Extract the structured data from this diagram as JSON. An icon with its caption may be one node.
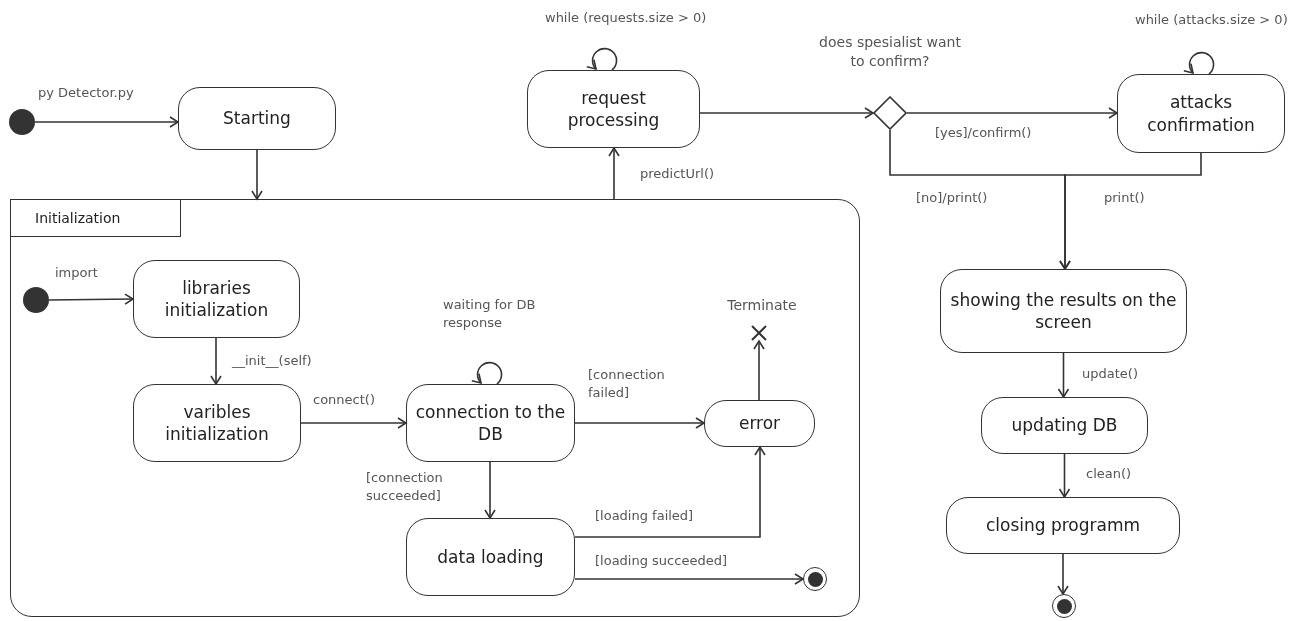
{
  "diagram": {
    "nodes": [
      {
        "text": [],
        "shape": "circle"
      },
      {
        "text": [
          "Starting"
        ]
      },
      {
        "text": [
          "request processing"
        ]
      },
      {
        "text": [],
        "shape": "diamond",
        "beside": [
          "does spesialist want to confirm?"
        ]
      },
      {
        "text": [
          "attacks confirmation"
        ]
      },
      {
        "text": [
          "Initialization"
        ]
      },
      {
        "text": [],
        "shape": "circle",
        "in": 5
      },
      {
        "text": [
          "libraries initialization"
        ],
        "in": 5
      },
      {
        "text": [
          "varibles initialization"
        ],
        "in": 5
      },
      {
        "text": [
          "connection to the DB"
        ],
        "in": 5
      },
      {
        "text": [
          "error"
        ],
        "in": 5
      },
      {
        "text": [],
        "shape": "cross",
        "in": 5,
        "beside": [
          "Terminate"
        ]
      },
      {
        "text": [
          "data loading"
        ],
        "in": 5
      },
      {
        "text": [],
        "shape": "circle",
        "in": 5
      },
      {
        "text": [
          "showing the results on the screen"
        ]
      },
      {
        "text": [
          "updating DB"
        ]
      },
      {
        "text": [
          "closing programm"
        ]
      },
      {
        "text": [],
        "shape": "circle"
      }
    ],
    "edges": [
      {
        "from": 0,
        "to": 1,
        "arrow": "to",
        "label": "py Detector.py"
      },
      {
        "from": 1,
        "to": 5,
        "arrow": "to"
      },
      {
        "from": 5,
        "to": 2,
        "arrow": "to",
        "label": "predictUrl()"
      },
      {
        "from": 2,
        "to": 2,
        "arrow": "to",
        "label": "while (requests.size > 0)"
      },
      {
        "from": 2,
        "to": 3,
        "arrow": "to"
      },
      {
        "from": 3,
        "to": 4,
        "arrow": "to",
        "label": "[yes]/confirm()"
      },
      {
        "from": 4,
        "to": 4,
        "arrow": "to",
        "label": "while (attacks.size > 0)"
      },
      {
        "from": 3,
        "to": 14,
        "arrow": "to",
        "label": "[no]/print()"
      },
      {
        "from": 4,
        "to": 14,
        "arrow": "to",
        "label": "print()"
      },
      {
        "from": 6,
        "to": 7,
        "arrow": "to",
        "label": "import"
      },
      {
        "from": 7,
        "to": 8,
        "arrow": "to",
        "label": "__init__(self)"
      },
      {
        "from": 8,
        "to": 9,
        "arrow": "to",
        "label": "connect()"
      },
      {
        "from": 9,
        "to": 9,
        "arrow": "to",
        "label": "waiting for DB response"
      },
      {
        "from": 9,
        "to": 10,
        "arrow": "to",
        "label": "[connection failed]"
      },
      {
        "from": 9,
        "to": 12,
        "arrow": "to",
        "label": "[connection succeeded]"
      },
      {
        "from": 12,
        "to": 10,
        "arrow": "to",
        "label": "[loading failed]"
      },
      {
        "from": 12,
        "to": 13,
        "arrow": "to",
        "label": "[loading succeeded]"
      },
      {
        "from": 10,
        "to": 11,
        "arrow": "to"
      },
      {
        "from": 14,
        "to": 15,
        "arrow": "to",
        "label": "update()"
      },
      {
        "from": 15,
        "to": 16,
        "arrow": "to",
        "label": "clean()"
      },
      {
        "from": 16,
        "to": 17,
        "arrow": "to"
      }
    ]
  }
}
